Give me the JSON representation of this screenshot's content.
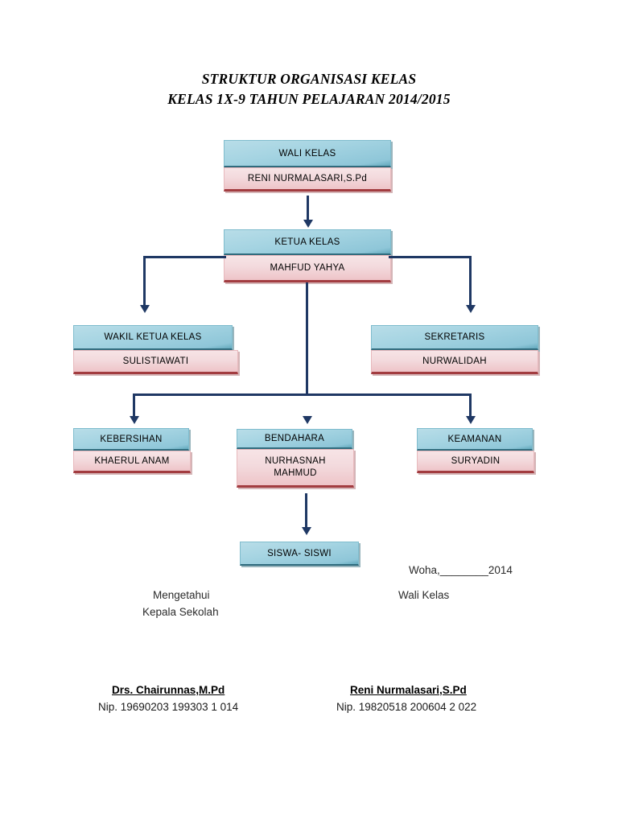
{
  "document": {
    "title_line_1": "STRUKTUR ORGANISASI KELAS",
    "title_line_2": "KELAS 1X-9 TAHUN PELAJARAN 2014/2015"
  },
  "chart": {
    "type": "org-chart",
    "nodes": {
      "wali_kelas": {
        "role": "WALI KELAS",
        "name": "RENI NURMALASARI,S.Pd"
      },
      "ketua_kelas": {
        "role": "KETUA KELAS",
        "name": "MAHFUD YAHYA"
      },
      "wakil_ketua_kelas": {
        "role": "WAKIL KETUA KELAS",
        "name": "SULISTIAWATI"
      },
      "sekretaris": {
        "role": "SEKRETARIS",
        "name": "NURWALIDAH"
      },
      "kebersihan": {
        "role": "KEBERSIHAN",
        "name": "KHAERUL  ANAM"
      },
      "bendahara": {
        "role": "BENDAHARA",
        "name_line_1": "NURHASNAH",
        "name_line_2": "MAHMUD"
      },
      "keamanan": {
        "role": "KEAMANAN",
        "name": "SURYADIN"
      },
      "siswa_siswi": {
        "role": "SISWA- SISWI"
      }
    },
    "colors": {
      "head_fill": "#a5d4e2",
      "head_border": "#2f6b7d",
      "body_fill": "#f3dadd",
      "body_border": "#a23c40",
      "connector": "#1f3864"
    }
  },
  "signature": {
    "place_date": "Woha,________2014",
    "right_role": "Wali Kelas",
    "left_heading_1": "Mengetahui",
    "left_heading_2": "Kepala Sekolah",
    "left_name": "Drs. Chairunnas,M.Pd",
    "left_nip": "Nip. 19690203 199303 1 014",
    "right_name": "Reni Nurmalasari,S.Pd",
    "right_nip": "Nip. 19820518 200604 2 022"
  }
}
